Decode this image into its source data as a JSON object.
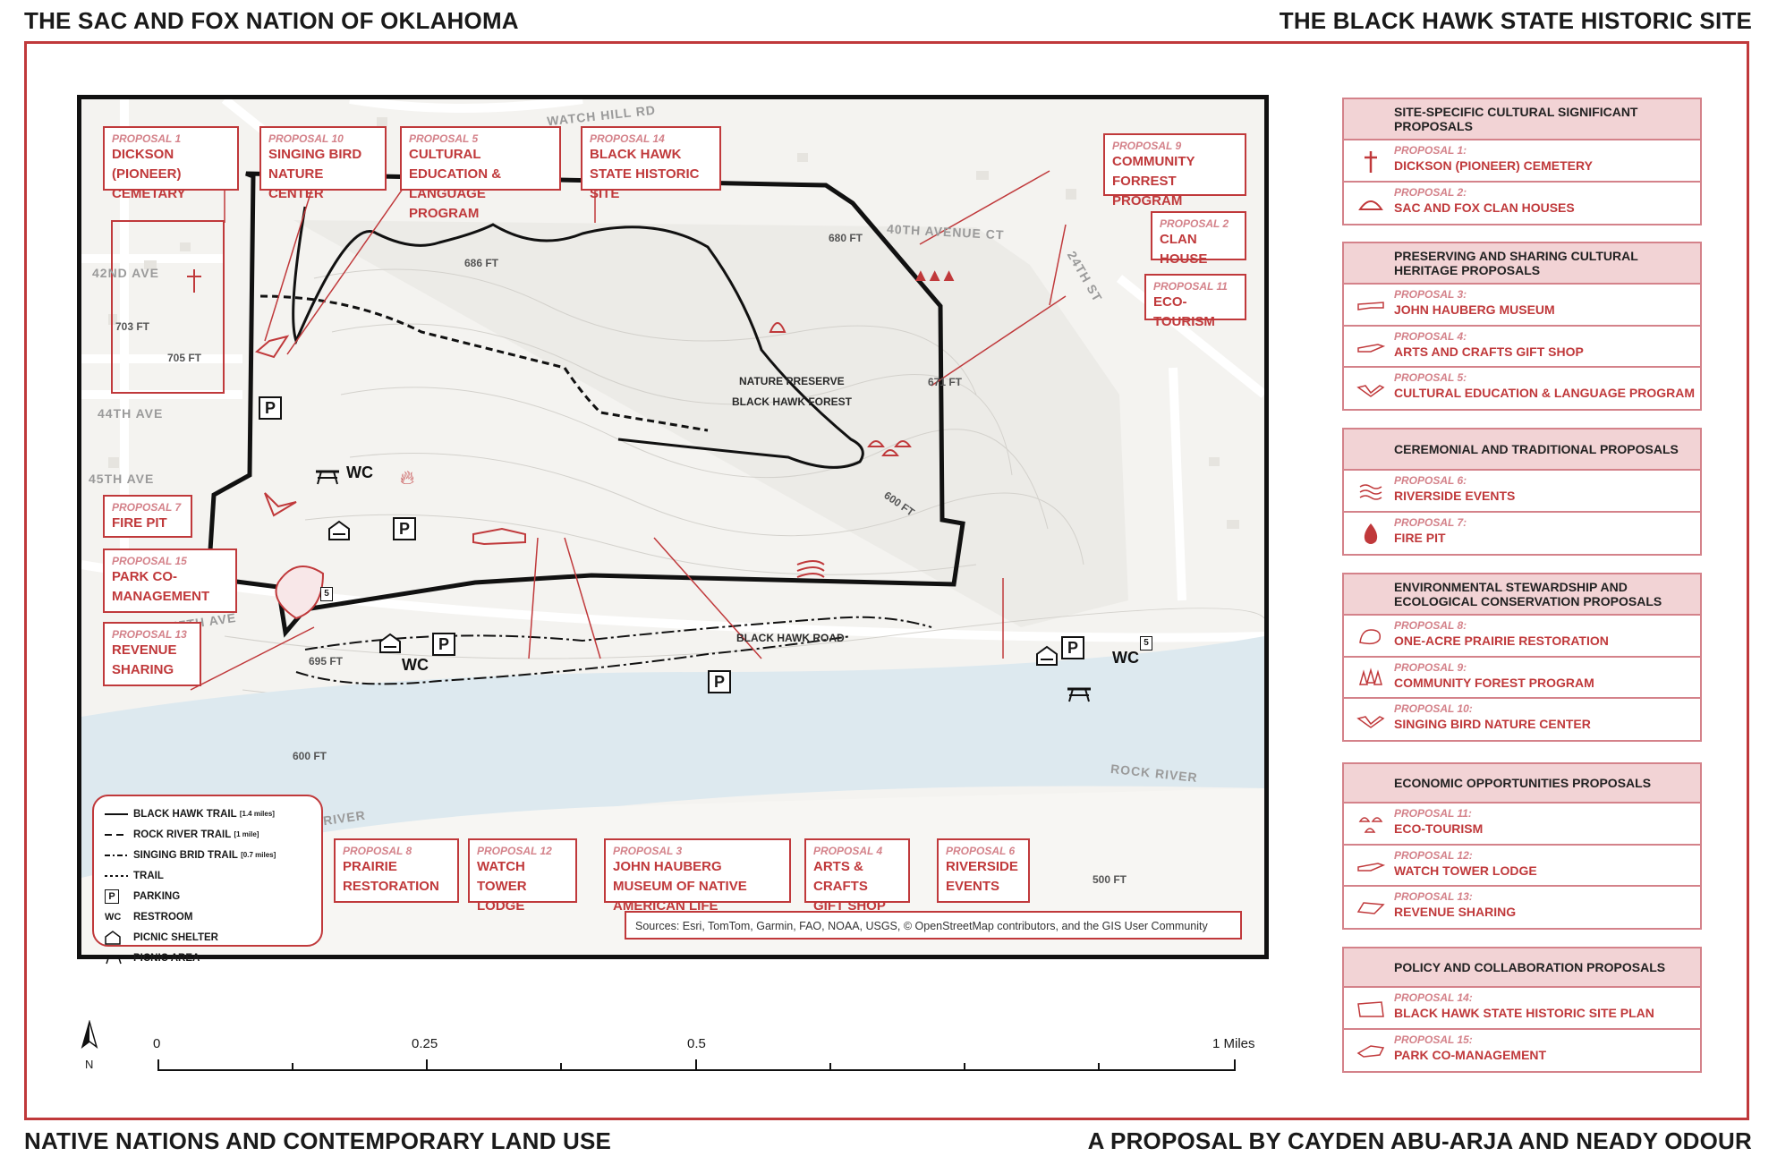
{
  "header": {
    "left": "THE SAC AND FOX NATION OF OKLAHOMA",
    "right": "THE BLACK HAWK STATE HISTORIC SITE"
  },
  "footer": {
    "left": "NATIVE NATIONS AND CONTEMPORARY LAND USE",
    "right": "A PROPOSAL BY CAYDEN ABU-ARJA AND NEADY ODOUR"
  },
  "colors": {
    "accent": "#c0393b",
    "accent_light": "#f2d3d5",
    "land": "#f4f3f0",
    "water": "#dde9ef"
  },
  "map": {
    "streets": [
      "WATCH HILL RD",
      "42ND AVE",
      "44TH AVE",
      "45TH AVE",
      "40TH AVENUE CT",
      "24TH ST",
      "47TH AVE",
      "ROCK RIVER",
      "RIVER"
    ],
    "elevations": [
      "686 FT",
      "680 FT",
      "703 FT",
      "705 FT",
      "671 FT",
      "600 FT",
      "695 FT",
      "600 FT",
      "500 FT"
    ],
    "labels": {
      "preserve_line1": "NATURE PRESERVE",
      "preserve_line2": "BLACK HAWK FOREST",
      "road": "BLACK HAWK ROAD",
      "wc": "WC",
      "parking": "P",
      "route": "5"
    },
    "callouts": [
      {
        "num": "PROPOSAL 1",
        "title": "DICKSON (PIONEER) CEMETARY"
      },
      {
        "num": "PROPOSAL 10",
        "title": "SINGING BIRD NATURE CENTER"
      },
      {
        "num": "PROPOSAL 5",
        "title": "CULTURAL EDUCATION & LANGUAGE PROGRAM"
      },
      {
        "num": "PROPOSAL 14",
        "title": "BLACK HAWK STATE HISTORIC SITE"
      },
      {
        "num": "PROPOSAL 9",
        "title": "COMMUNITY FORREST PROGRAM"
      },
      {
        "num": "PROPOSAL 2",
        "title": "CLAN HOUSE"
      },
      {
        "num": "PROPOSAL 11",
        "title": "ECO-TOURISM"
      },
      {
        "num": "PROPOSAL 7",
        "title": "FIRE PIT"
      },
      {
        "num": "PROPOSAL 15",
        "title": "PARK CO-MANAGEMENT"
      },
      {
        "num": "PROPOSAL 13",
        "title": "REVENUE SHARING"
      },
      {
        "num": "PROPOSAL 8",
        "title": "PRAIRIE RESTORATION"
      },
      {
        "num": "PROPOSAL 12",
        "title": "WATCH TOWER LODGE"
      },
      {
        "num": "PROPOSAL 3",
        "title": "JOHN HAUBERG MUSEUM OF NATIVE AMERICAN LIFE"
      },
      {
        "num": "PROPOSAL 4",
        "title": "ARTS & CRAFTS GIFT SHOP"
      },
      {
        "num": "PROPOSAL 6",
        "title": "RIVERSIDE EVENTS"
      }
    ],
    "legend": [
      {
        "label": "BLACK HAWK TRAIL",
        "note": "[1.4 miles]"
      },
      {
        "label": "ROCK RIVER TRAIL",
        "note": "[1 mile]"
      },
      {
        "label": "SINGING BRID TRAIL",
        "note": "[0.7 miles]"
      },
      {
        "label": "TRAIL",
        "note": ""
      },
      {
        "label": "PARKING",
        "note": ""
      },
      {
        "label": "RESTROOM",
        "note": ""
      },
      {
        "label": "PICNIC SHELTER",
        "note": ""
      },
      {
        "label": "PICNIC AREA",
        "note": ""
      }
    ],
    "sources": "Sources:  Esri, TomTom, Garmin, FAO, NOAA, USGS, © OpenStreetMap contributors, and the GIS User Community"
  },
  "scale": {
    "north": "N",
    "ticks": [
      "0",
      "0.25",
      "0.5",
      "1 Miles"
    ]
  },
  "panel": {
    "groups": [
      {
        "title": "SITE-SPECIFIC CULTURAL SIGNIFICANT PROPOSALS",
        "items": [
          {
            "num": "PROPOSAL 1:",
            "title": "DICKSON (PIONEER) CEMETERY",
            "icon": "cross-icon"
          },
          {
            "num": "PROPOSAL  2:",
            "title": "SAC AND FOX CLAN HOUSES",
            "icon": "clan-house-icon"
          }
        ]
      },
      {
        "title": "PRESERVING AND SHARING CULTURAL HERITAGE PROPOSALS",
        "items": [
          {
            "num": "PROPOSAL 3:",
            "title": "JOHN HAUBERG MUSEUM",
            "icon": "museum-footprint-icon"
          },
          {
            "num": "PROPOSAL 4:",
            "title": "ARTS AND CRAFTS GIFT SHOP",
            "icon": "gift-shop-footprint-icon"
          },
          {
            "num": "PROPOSAL 5:",
            "title": "CULTURAL EDUCATION & LANGUAGE PROGRAM",
            "icon": "education-footprint-icon"
          }
        ]
      },
      {
        "title": "CEREMONIAL AND TRADITIONAL PROPOSALS",
        "items": [
          {
            "num": "PROPOSAL 6:",
            "title": "RIVERSIDE EVENTS",
            "icon": "waves-icon"
          },
          {
            "num": "PROPOSAL 7:",
            "title": "FIRE PIT",
            "icon": "fire-icon"
          }
        ]
      },
      {
        "title": "ENVIRONMENTAL STEWARDSHIP AND ECOLOGICAL CONSERVATION PROPOSALS",
        "items": [
          {
            "num": "PROPOSAL 8:",
            "title": "ONE-ACRE PRAIRIE RESTORATION",
            "icon": "prairie-outline-icon"
          },
          {
            "num": "PROPOSAL 9:",
            "title": "COMMUNITY FOREST PROGRAM",
            "icon": "trees-icon"
          },
          {
            "num": "PROPOSAL 10:",
            "title": "SINGING BIRD NATURE CENTER",
            "icon": "nature-center-icon"
          }
        ]
      },
      {
        "title": "ECONOMIC OPPORTUNITIES PROPOSALS",
        "items": [
          {
            "num": "PROPOSAL 11:",
            "title": "ECO-TOURISM",
            "icon": "eco-tourism-icon"
          },
          {
            "num": "PROPOSAL 12:",
            "title": "WATCH TOWER LODGE",
            "icon": "lodge-footprint-icon"
          },
          {
            "num": "PROPOSAL 13:",
            "title": "REVENUE SHARING",
            "icon": "revenue-outline-icon"
          }
        ]
      },
      {
        "title": "POLICY AND COLLABORATION PROPOSALS",
        "items": [
          {
            "num": "PROPOSAL 14:",
            "title": "BLACK HAWK STATE HISTORIC SITE PLAN",
            "icon": "site-plan-icon"
          },
          {
            "num": "PROPOSAL 15:",
            "title": "PARK CO-MANAGEMENT",
            "icon": "co-management-icon"
          }
        ]
      }
    ]
  }
}
